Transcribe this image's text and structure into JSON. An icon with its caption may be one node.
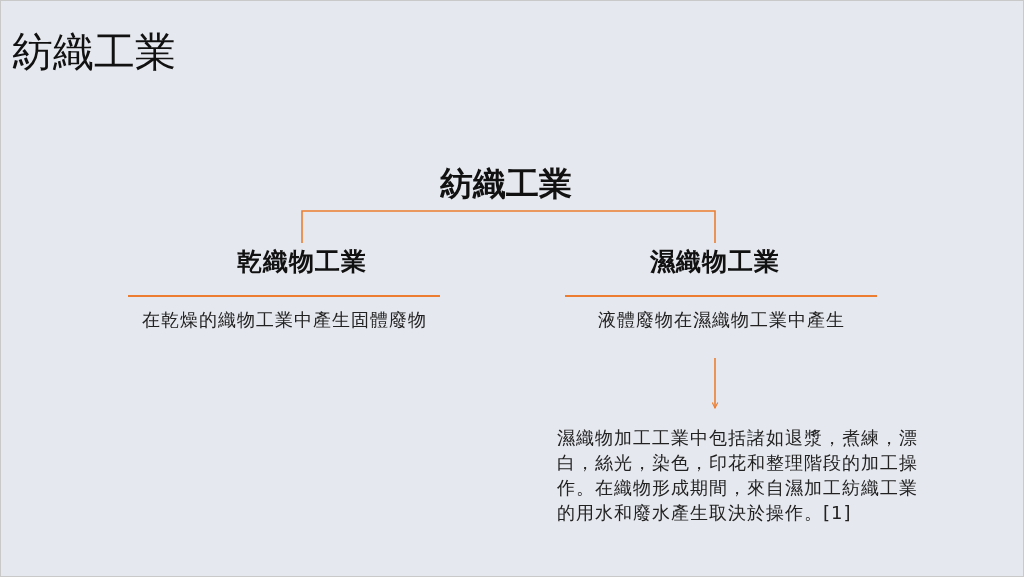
{
  "diagram": {
    "title": "紡織工業",
    "nodes": [
      {
        "text": [
          "紡織工業"
        ]
      },
      {
        "text": [
          "乾織物工業",
          "在乾燥的織物工業中產生固體廢物"
        ]
      },
      {
        "text": [
          "濕織物工業",
          "液體廢物在濕織物工業中產生"
        ]
      },
      {
        "text": [
          "濕織物加工工業中包括諸如退漿，煮練，漂白，絲光，染色，印花和整理階段的加工操作。在織物形成期間，來自濕加工紡織工業的用水和廢水產生取決於操作。[1]"
        ]
      }
    ],
    "edges": [
      {
        "from": 0,
        "to": 1,
        "arrow": "none"
      },
      {
        "from": 0,
        "to": 2,
        "arrow": "none"
      },
      {
        "from": 2,
        "to": 3,
        "arrow": "to"
      }
    ]
  }
}
